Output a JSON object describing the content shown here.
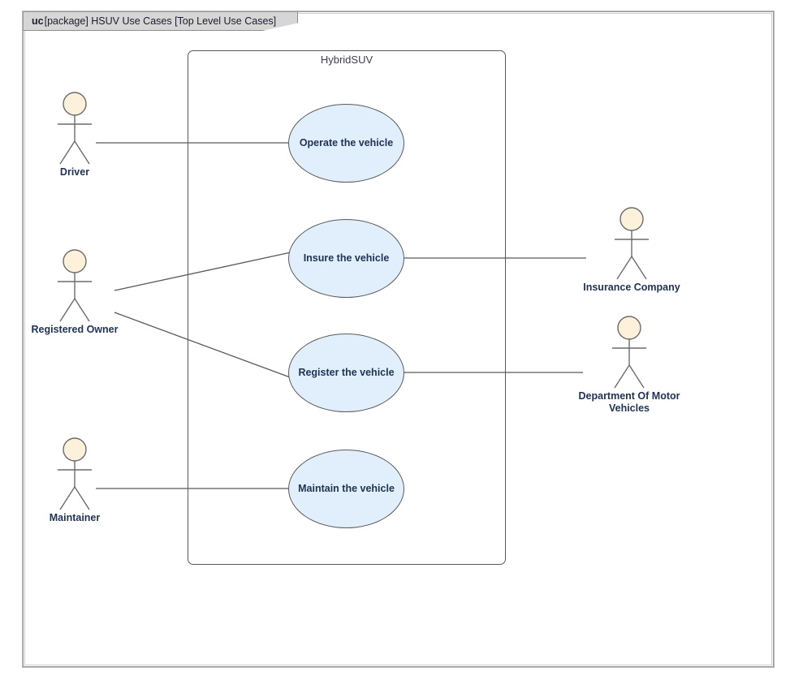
{
  "frame": {
    "kind": "uc",
    "heading": "[package] HSUV Use Cases [Top Level Use Cases]"
  },
  "system": {
    "label": "HybridSUV"
  },
  "use_cases": [
    {
      "id": "operate",
      "label": "Operate the vehicle"
    },
    {
      "id": "insure",
      "label": "Insure the vehicle"
    },
    {
      "id": "register",
      "label": "Register the vehicle"
    },
    {
      "id": "maintain",
      "label": "Maintain the vehicle"
    }
  ],
  "actors": [
    {
      "id": "driver",
      "label": "Driver"
    },
    {
      "id": "registered-owner",
      "label": "Registered Owner"
    },
    {
      "id": "maintainer",
      "label": "Maintainer"
    },
    {
      "id": "insurance-company",
      "label": "Insurance Company"
    },
    {
      "id": "dmv",
      "label": "Department Of Motor\nVehicles"
    }
  ],
  "associations": [
    {
      "from": "driver",
      "to": "operate"
    },
    {
      "from": "registered-owner",
      "to": "insure"
    },
    {
      "from": "registered-owner",
      "to": "register"
    },
    {
      "from": "maintainer",
      "to": "maintain"
    },
    {
      "from": "insure",
      "to": "insurance-company"
    },
    {
      "from": "register",
      "to": "dmv"
    }
  ],
  "colors": {
    "use_case_fill": "#e1eefb",
    "use_case_stroke": "#5a5a5a",
    "actor_head_fill": "#fdf1dc",
    "actor_stroke": "#6b6b6b",
    "text": "#1f3252",
    "frame_tab_fill": "#d6d6d6",
    "frame_stroke": "#9a9a9a",
    "connector": "#595959"
  }
}
